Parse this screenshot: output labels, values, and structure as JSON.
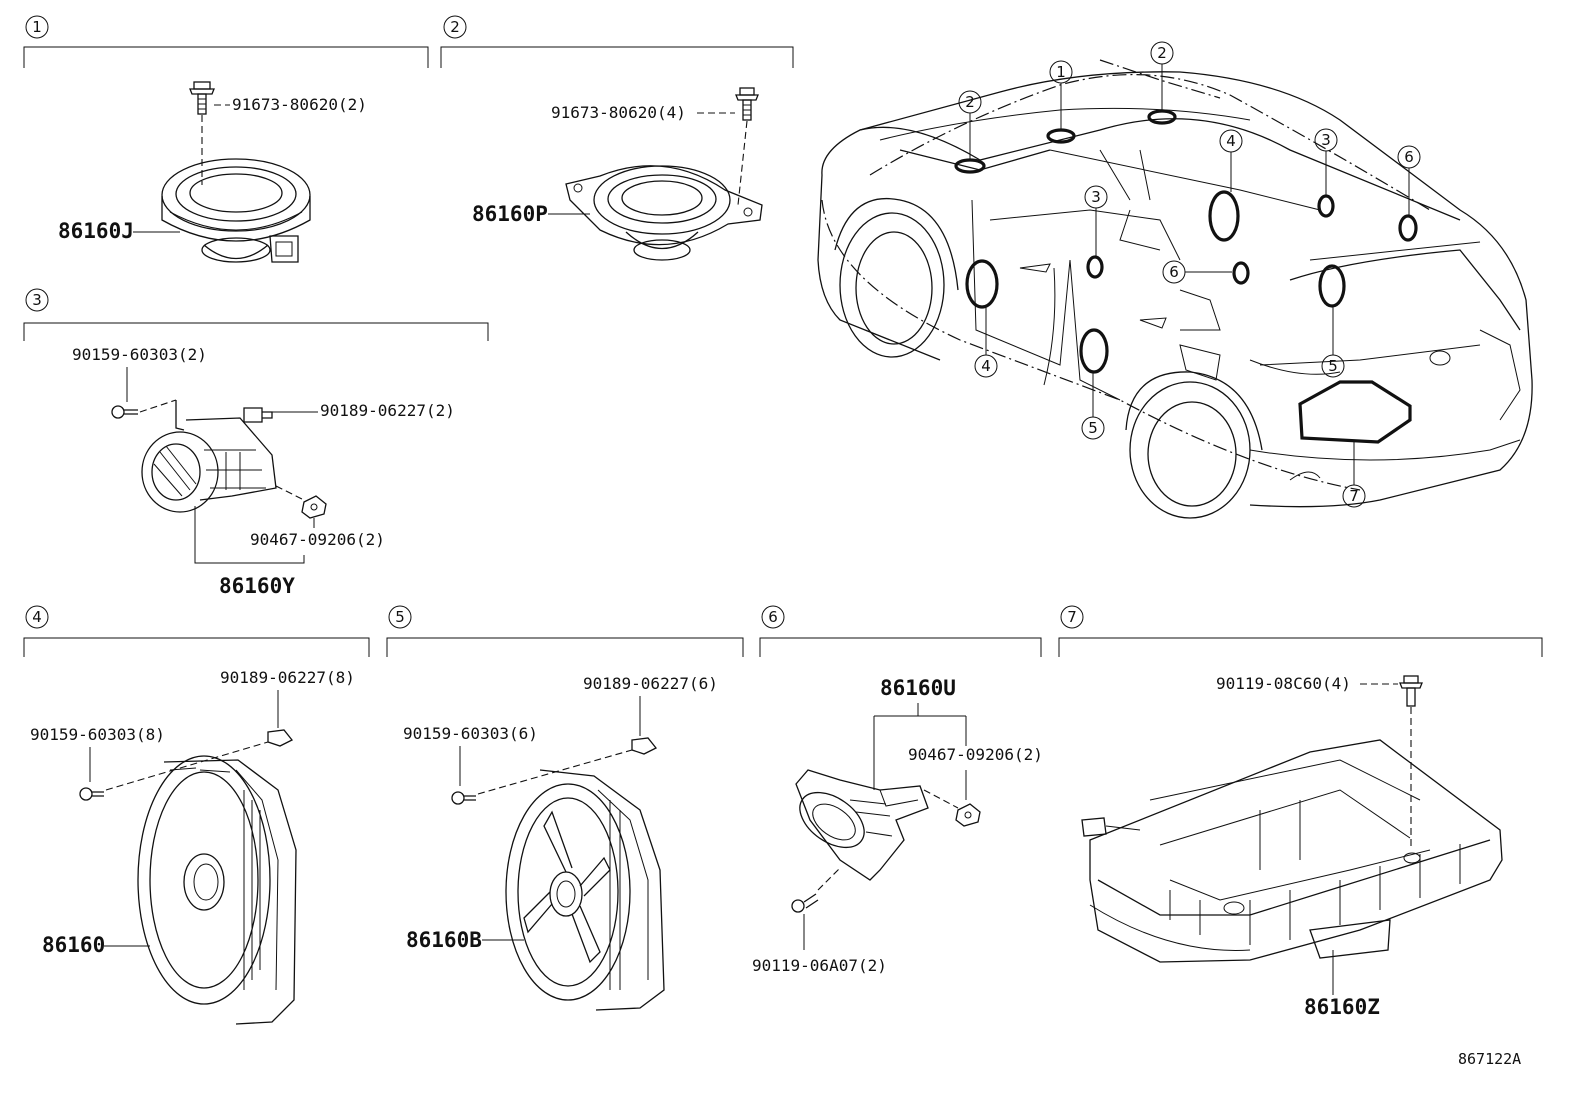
{
  "sections": [
    {
      "num": "1",
      "assembly": "86160J",
      "parts": [
        "91673-80620(2)"
      ]
    },
    {
      "num": "2",
      "assembly": "86160P",
      "parts": [
        "91673-80620(4)"
      ]
    },
    {
      "num": "3",
      "assembly": "86160Y",
      "parts": [
        "90159-60303(2)",
        "90189-06227(2)",
        "90467-09206(2)"
      ]
    },
    {
      "num": "4",
      "assembly": "86160",
      "parts": [
        "90189-06227(8)",
        "90159-60303(8)"
      ]
    },
    {
      "num": "5",
      "assembly": "86160B",
      "parts": [
        "90189-06227(6)",
        "90159-60303(6)"
      ]
    },
    {
      "num": "6",
      "assembly": "86160U",
      "parts": [
        "90467-09206(2)",
        "90119-06A07(2)"
      ]
    },
    {
      "num": "7",
      "assembly": "86160Z",
      "parts": [
        "90119-08C60(4)"
      ]
    }
  ],
  "vehicle_callouts": [
    "1",
    "2",
    "2",
    "3",
    "3",
    "4",
    "4",
    "5",
    "5",
    "6",
    "6",
    "7"
  ],
  "reference": "867122A"
}
